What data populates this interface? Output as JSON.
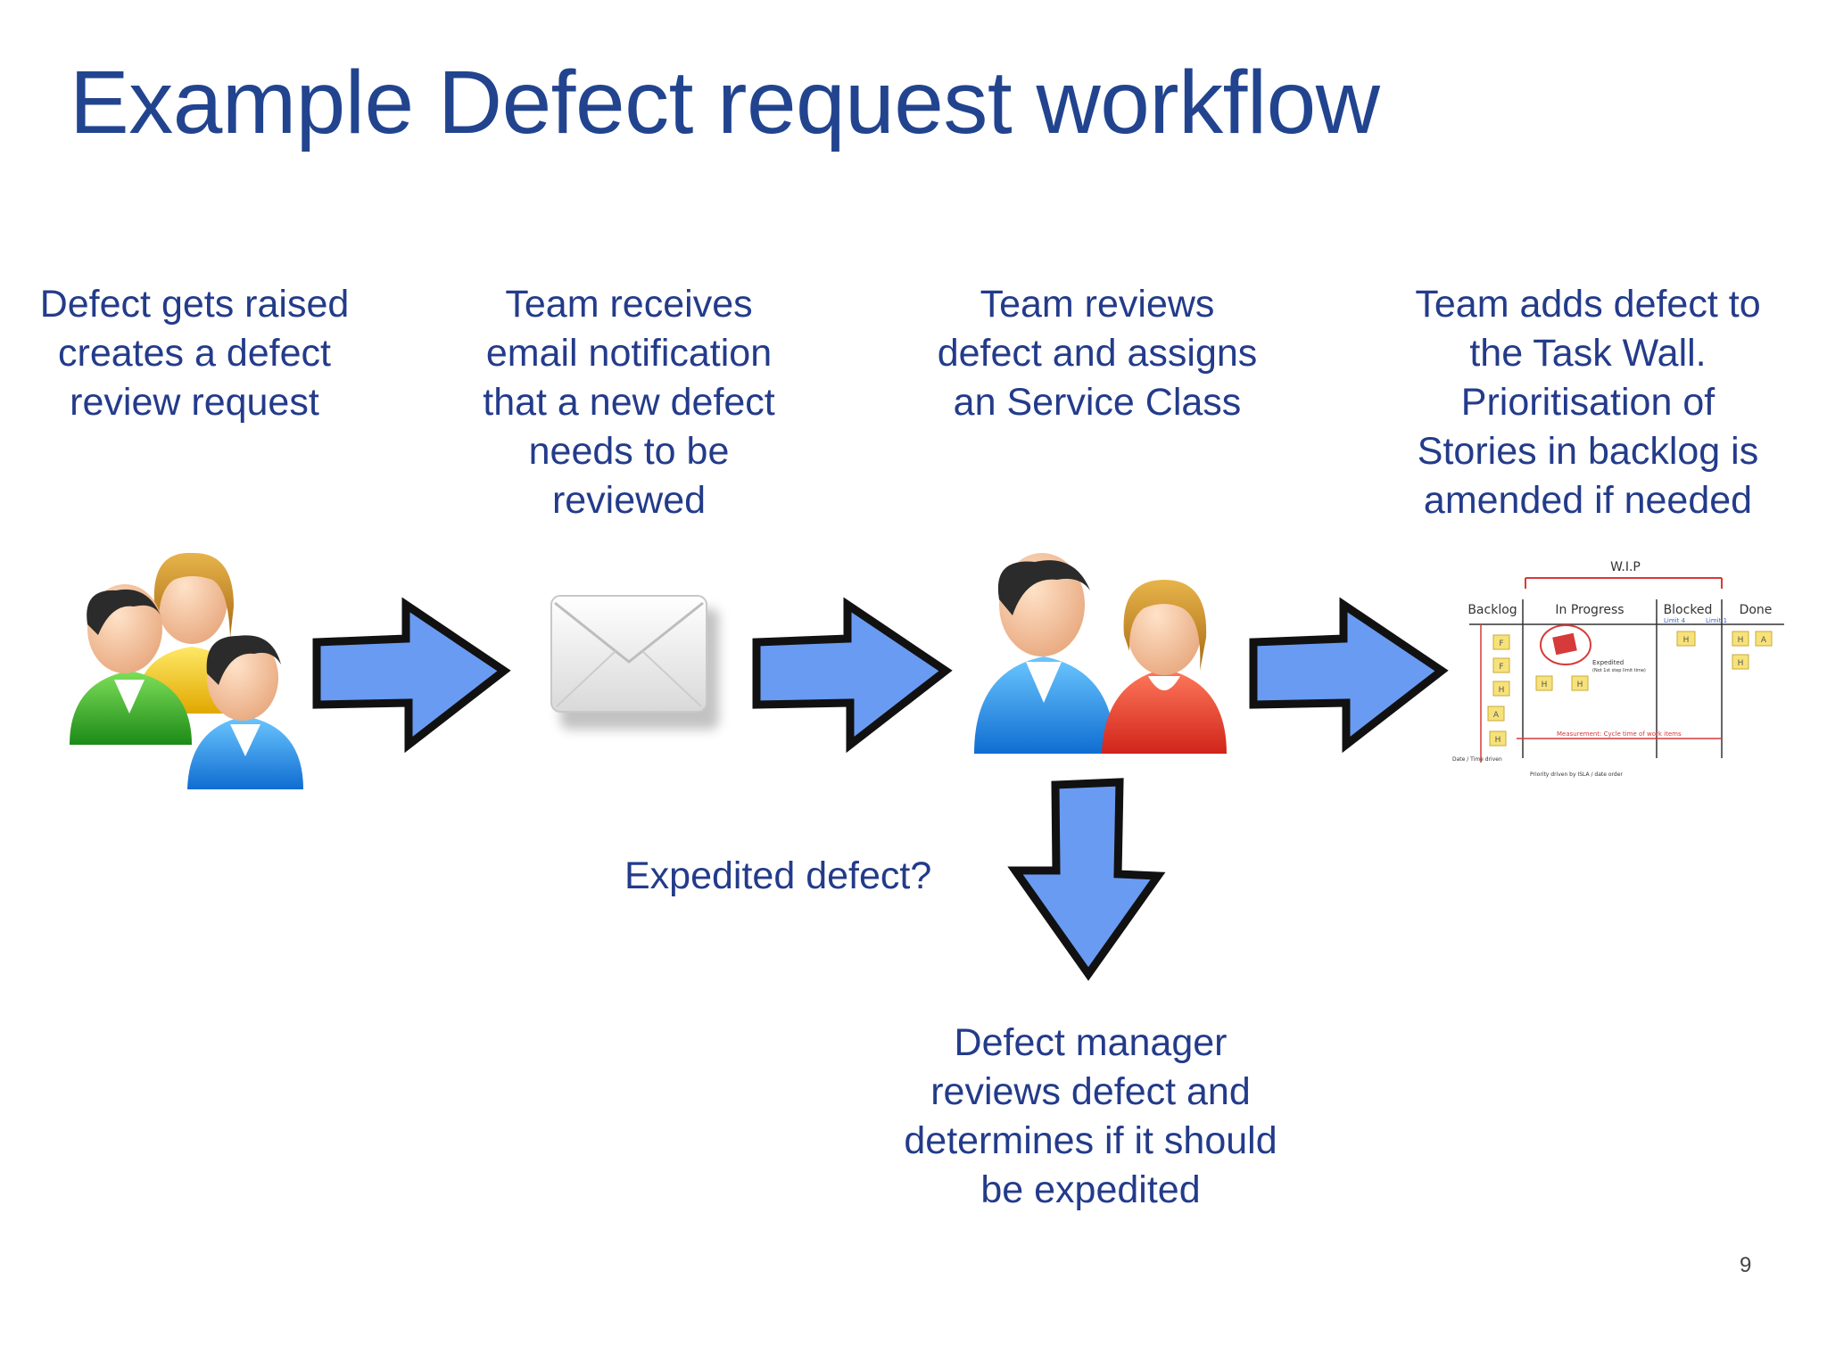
{
  "title": "Example Defect request workflow",
  "steps": [
    "Defect gets raised creates a defect review request",
    "Team receives email notification that a new defect needs to be reviewed",
    "Team reviews defect and assigns an Service Class",
    "Team adds defect to the Task Wall. Prioritisation of Stories in backlog is amended if needed"
  ],
  "step_lines": {
    "s1": [
      "Defect gets raised",
      "creates a defect",
      "review request"
    ],
    "s2": [
      "Team receives",
      "email notification",
      "that a new defect",
      "needs to be",
      "reviewed"
    ],
    "s3": [
      "Team reviews",
      "defect and assigns",
      "an Service Class"
    ],
    "s4": [
      "Team adds defect to",
      "the Task Wall.",
      "Prioritisation of",
      "Stories in backlog is",
      "amended if needed"
    ]
  },
  "decision": "Expedited defect?",
  "branch_lines": [
    "Defect manager",
    "reviews defect and",
    "determines if it should",
    "be expedited"
  ],
  "page_number": "9",
  "task_wall": {
    "wip_label": "W.I.P",
    "columns": [
      "Backlog",
      "In Progress",
      "Blocked",
      "Done"
    ],
    "limit_labels": [
      "Limit 4",
      "Limit 1"
    ],
    "expedited_note": "Expedited",
    "expedited_subnote": "(Not 1st step limit time)",
    "measurement_note": "Measurement: Cycle time of work items",
    "priority_note": "Priority driven by ISLA / date order",
    "date_note": "Date / Time driven",
    "card_labels": {
      "backlog": [
        "F",
        "F",
        "H",
        "A",
        "H"
      ],
      "in_progress": [
        "H",
        "H"
      ],
      "blocked": [
        "H"
      ],
      "done": [
        "H",
        "A",
        "H"
      ]
    }
  },
  "colors": {
    "text": "#233b8a",
    "arrow_fill": "#6a9bf2",
    "arrow_stroke": "#111111",
    "wall_red": "#d63a3a",
    "sticky": "#f7e27a"
  },
  "icons": [
    "team-group-icon",
    "arrow-right-icon",
    "envelope-icon",
    "arrow-right-icon",
    "team-pair-icon",
    "arrow-right-icon",
    "task-wall-thumbnail",
    "arrow-down-icon"
  ]
}
